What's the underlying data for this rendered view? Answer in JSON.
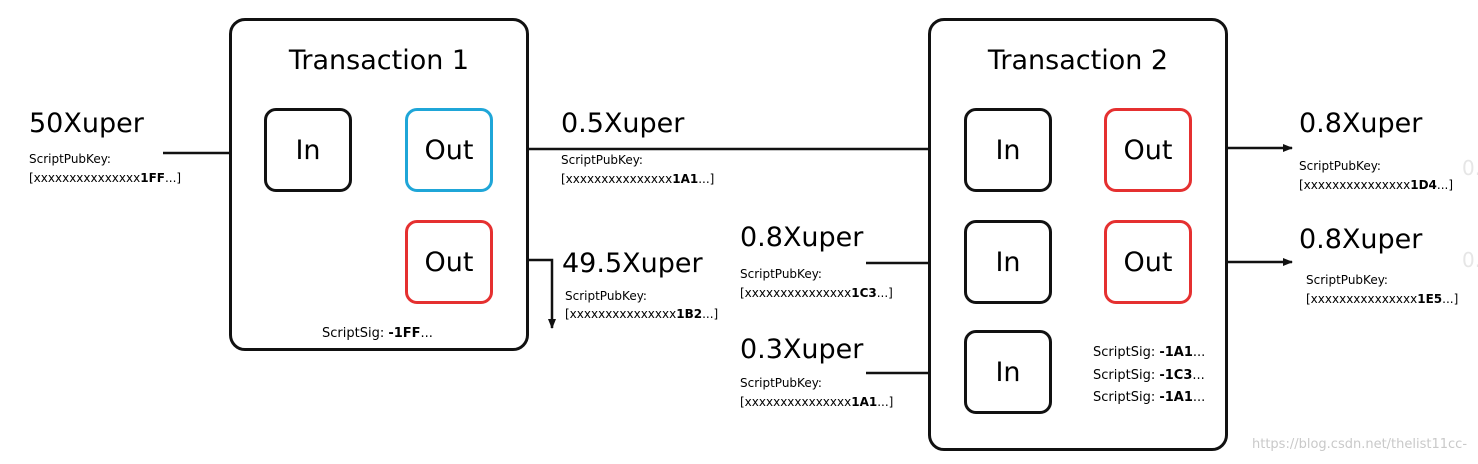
{
  "transactions": [
    {
      "title": "Transaction 1"
    },
    {
      "title": "Transaction 2"
    }
  ],
  "nodes": {
    "in": "In",
    "out": "Out"
  },
  "script_pub_key_label": "ScriptPubKey:",
  "flows": {
    "input_50": {
      "amount": "50Xuper",
      "key_prefix": "[xxxxxxxxxxxxxxx",
      "key_suffix": "1FF",
      "key_end": "...]"
    },
    "output_05": {
      "amount": "0.5Xuper",
      "key_prefix": "[xxxxxxxxxxxxxxx",
      "key_suffix": "1A1",
      "key_end": "...]"
    },
    "output_495": {
      "amount": "49.5Xuper",
      "key_prefix": "[xxxxxxxxxxxxxxx",
      "key_suffix": "1B2",
      "key_end": "...]"
    },
    "input_08": {
      "amount": "0.8Xuper",
      "key_prefix": "[xxxxxxxxxxxxxxx",
      "key_suffix": "1C3",
      "key_end": "...]"
    },
    "input_03": {
      "amount": "0.3Xuper",
      "key_prefix": "[xxxxxxxxxxxxxxx",
      "key_suffix": "1A1",
      "key_end": "...]"
    },
    "output_08a": {
      "amount": "0.8Xuper",
      "key_prefix": "[xxxxxxxxxxxxxxx",
      "key_suffix": "1D4",
      "key_end": "...]"
    },
    "output_08b": {
      "amount": "0.8Xuper",
      "key_prefix": "[xxxxxxxxxxxxxxx",
      "key_suffix": "1E5",
      "key_end": "...]"
    }
  },
  "script_sigs": {
    "tx1": {
      "prefix": "ScriptSig: ",
      "value": "-1FF",
      "end": "..."
    },
    "tx2": [
      {
        "prefix": "ScriptSig: ",
        "value": "-1A1",
        "end": "..."
      },
      {
        "prefix": "ScriptSig: ",
        "value": "-1C3",
        "end": "..."
      },
      {
        "prefix": "ScriptSig: ",
        "value": "-1A1",
        "end": "..."
      }
    ]
  },
  "faded_edge": {
    "top": "0.",
    "bottom": "0."
  },
  "watermark": "https://blog.csdn.net/thelist11cc-",
  "colors": {
    "border": "#111111",
    "blue_out": "#1fa6d8",
    "red_out": "#e53030"
  }
}
